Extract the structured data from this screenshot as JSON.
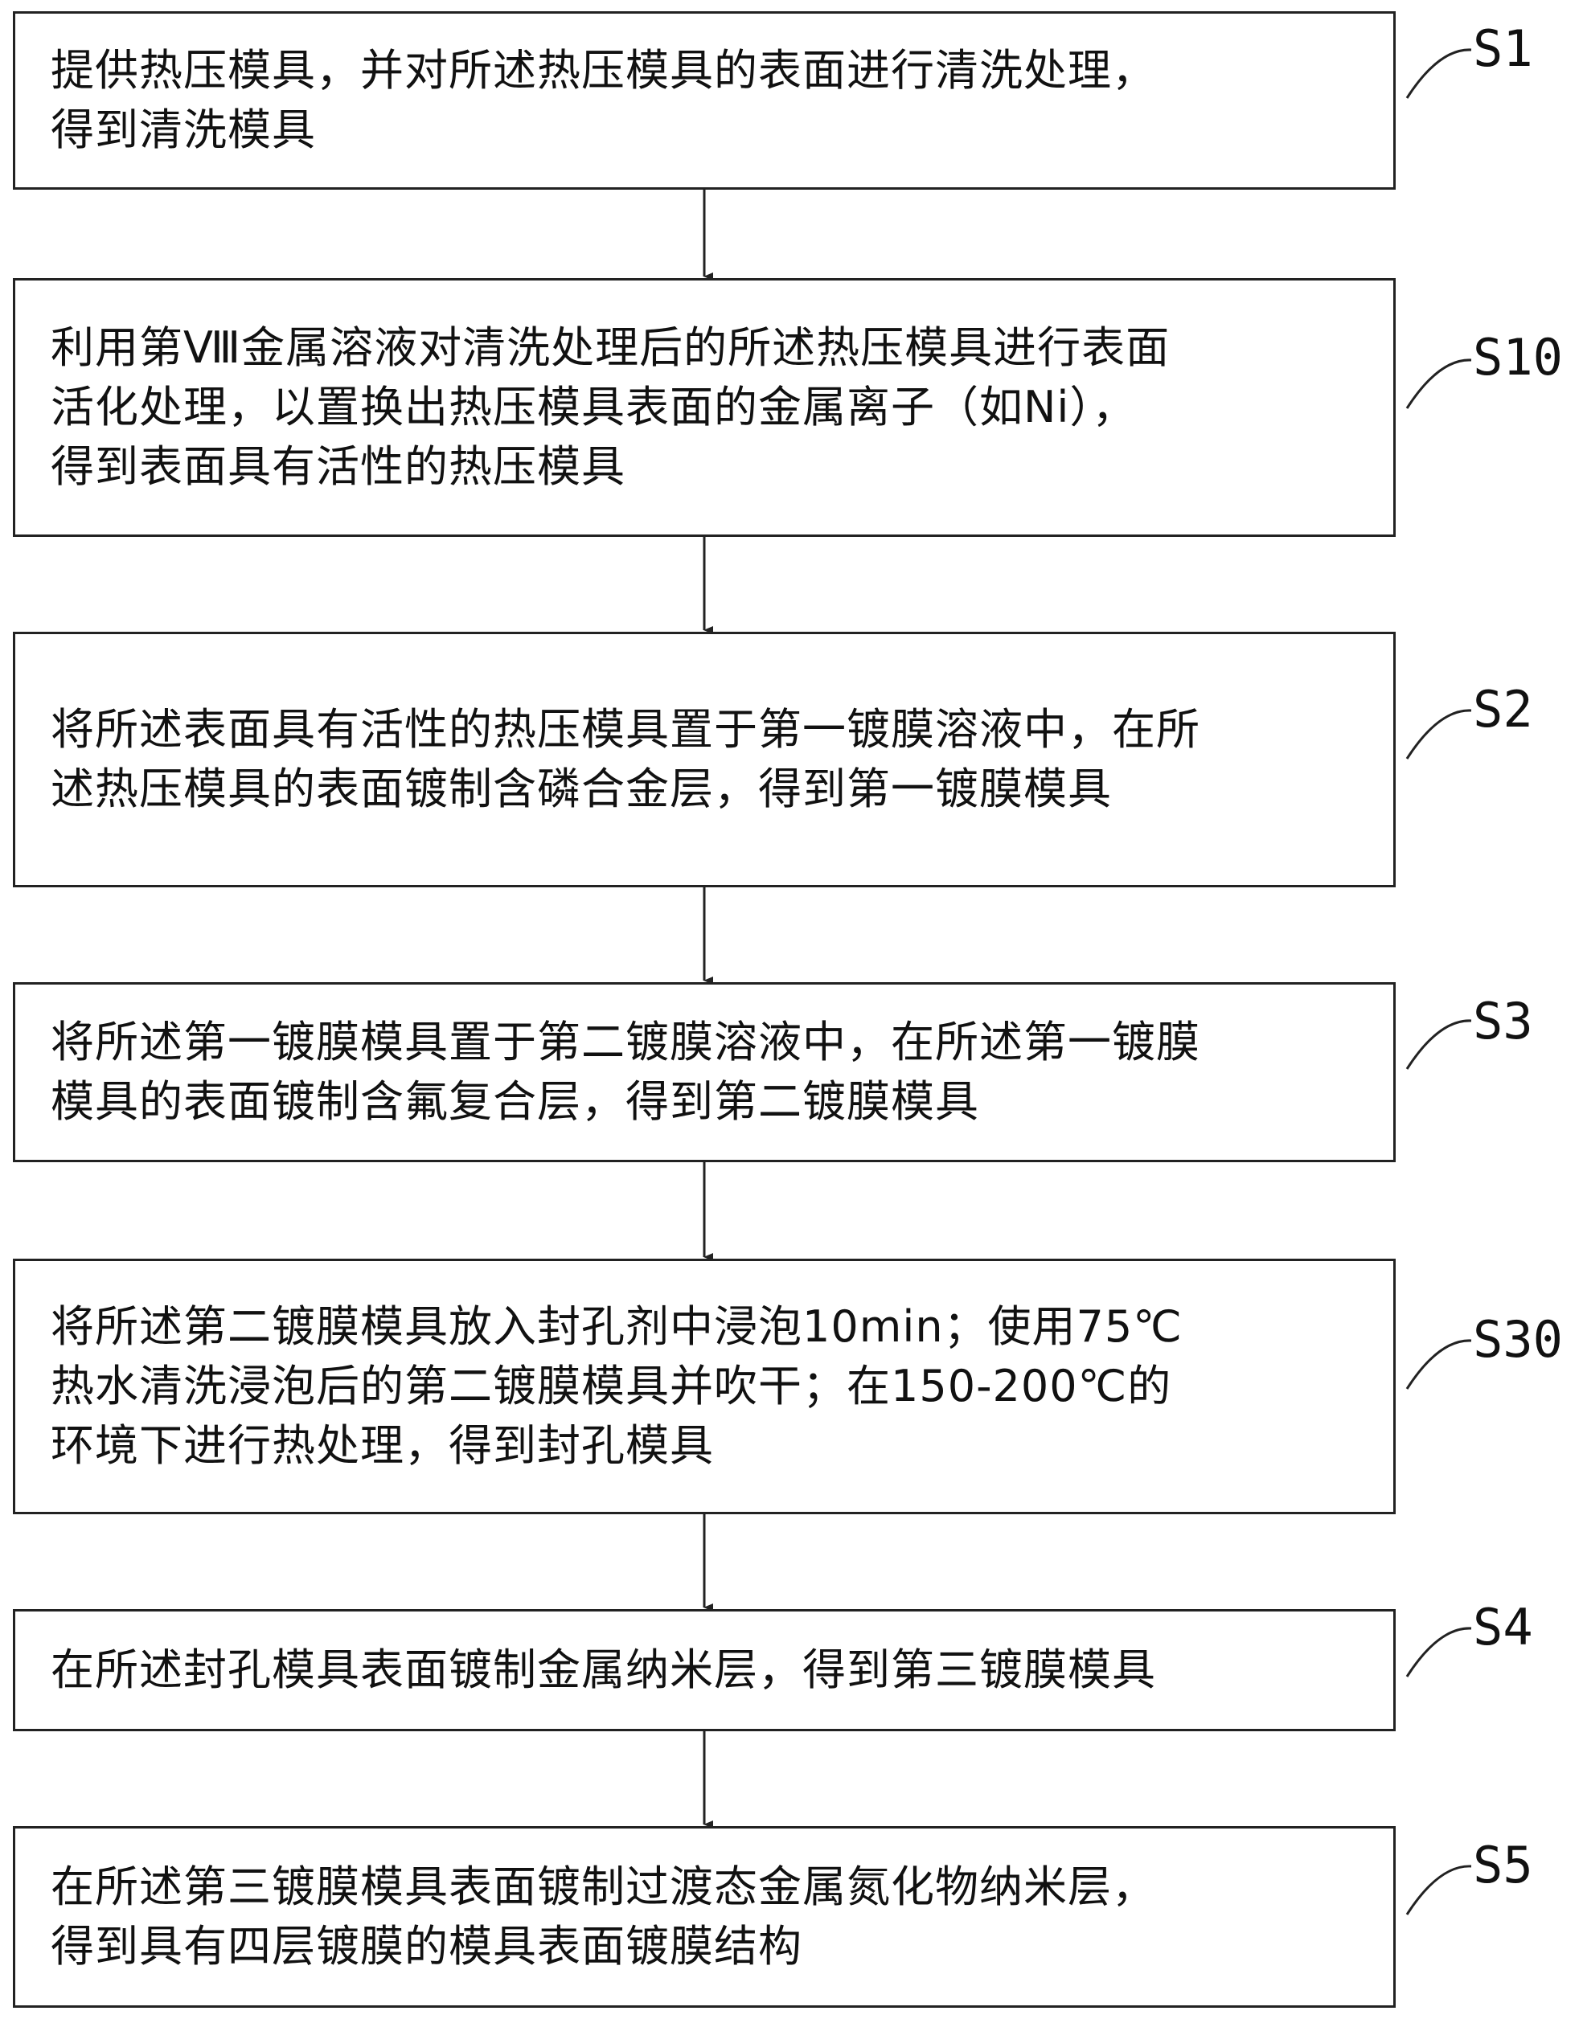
{
  "steps": [
    {
      "label": "S1",
      "lines": [
        "提供热压模具，并对所述热压模具的表面进行清洗处理，",
        "得到清洗模具"
      ]
    },
    {
      "label": "S10",
      "lines": [
        "利用第Ⅷ金属溶液对清洗处理后的所述热压模具进行表面",
        "活化处理，以置换出热压模具表面的金属离子（如Ni），",
        "得到表面具有活性的热压模具"
      ]
    },
    {
      "label": "S2",
      "lines": [
        "将所述表面具有活性的热压模具置于第一镀膜溶液中，在所",
        "述热压模具的表面镀制含磷合金层，得到第一镀膜模具"
      ]
    },
    {
      "label": "S3",
      "lines": [
        "将所述第一镀膜模具置于第二镀膜溶液中，在所述第一镀膜",
        "模具的表面镀制含氟复合层，得到第二镀膜模具"
      ]
    },
    {
      "label": "S30",
      "lines": [
        "将所述第二镀膜模具放入封孔剂中浸泡10min；使用75℃",
        "热水清洗浸泡后的第二镀膜模具并吹干；在150-200℃的",
        "环境下进行热处理，得到封孔模具"
      ]
    },
    {
      "label": "S4",
      "lines": [
        "在所述封孔模具表面镀制金属纳米层，得到第三镀膜模具"
      ]
    },
    {
      "label": "S5",
      "lines": [
        "在所述第三镀膜模具表面镀制过渡态金属氮化物纳米层，",
        "得到具有四层镀膜的模具表面镀膜结构"
      ]
    }
  ]
}
